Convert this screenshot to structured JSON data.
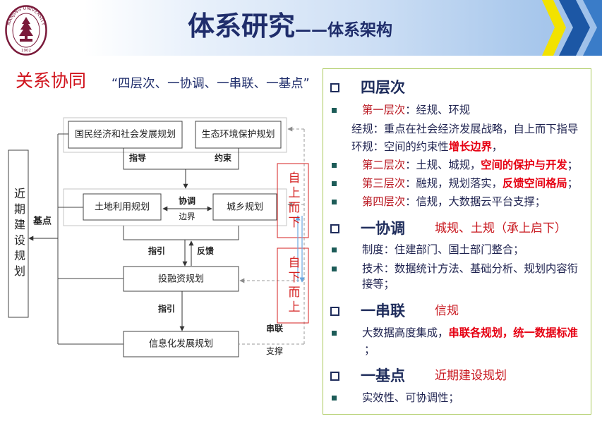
{
  "header": {
    "title_main": "体系研究",
    "title_sub": "——体系架构",
    "logo": {
      "ring_text": "NANJING UNIVERSITY",
      "year": "1902",
      "icon": "university-seal-icon"
    }
  },
  "intro": {
    "heading": "关系协同",
    "slogan": "“四层次、一协调、一串联、一基点”"
  },
  "diagram": {
    "boxes": {
      "national_plan": "国民经济和社会发展规划",
      "eco_plan": "生态环境保护规划",
      "land_plan": "土地利用规划",
      "urban_rural_plan": "城乡规划",
      "investment_plan": "投融资规划",
      "info_plan": "信息化发展规划",
      "near_term_plan": "近期建设规划"
    },
    "labels": {
      "guide": "指导",
      "constrain": "约束",
      "coordinate": "协调",
      "boundary": "边界",
      "direct_down": "指引",
      "feedback": "反馈",
      "direct_info": "指引",
      "base_point": "基点",
      "link": "串联",
      "support": "支撑",
      "top_down": "自上而下",
      "bottom_up": "自下而上"
    }
  },
  "panel": {
    "four_levels": {
      "title": "四层次",
      "level1": {
        "label": "第一层次",
        "text": "：经规、环规"
      },
      "econ_note": "经规：重点在社会经济发展战略，自上而下指导",
      "env_note": {
        "text": "环规：空间的约束性",
        "emph": "增长边界",
        "tail": "，"
      },
      "level2": {
        "label": "第二层次",
        "text": "：土规、城规，",
        "emph": "空间的保护与开发",
        "tail": "；"
      },
      "level3": {
        "label": "第三层次",
        "text": "：融规，规划落实，",
        "emph": "反馈空间格局",
        "tail": "；"
      },
      "level4": {
        "label": "第四层次",
        "text": "：信规，大数据云平台支撑；"
      }
    },
    "coordination": {
      "title": "一协调",
      "subtitle": "城规、土规（承上启下）",
      "system": "制度：住建部门、国土部门整合；",
      "technique_line1": "技术：数据统计方法、基础分析、规划内容衔",
      "technique_line2": "接等；"
    },
    "series": {
      "title": "一串联",
      "subtitle": "信规",
      "text": "大数据高度集成，",
      "emph": "串联各规划，统一数据标准",
      "tail": "；"
    },
    "base": {
      "title": "一基点",
      "subtitle": "近期建设规划",
      "item": "实效性、可协调性；"
    }
  },
  "colors": {
    "title_navy": "#1f2d6b",
    "heading_red": "#d0121b",
    "emphasis_red": "#e60012",
    "flow_red_box": "#d42020",
    "panel_border": "#a9c95b",
    "bullet": "#1d5c58",
    "chevron_yellow": "#f2e200",
    "chevron_blue": "#1c57a5"
  }
}
